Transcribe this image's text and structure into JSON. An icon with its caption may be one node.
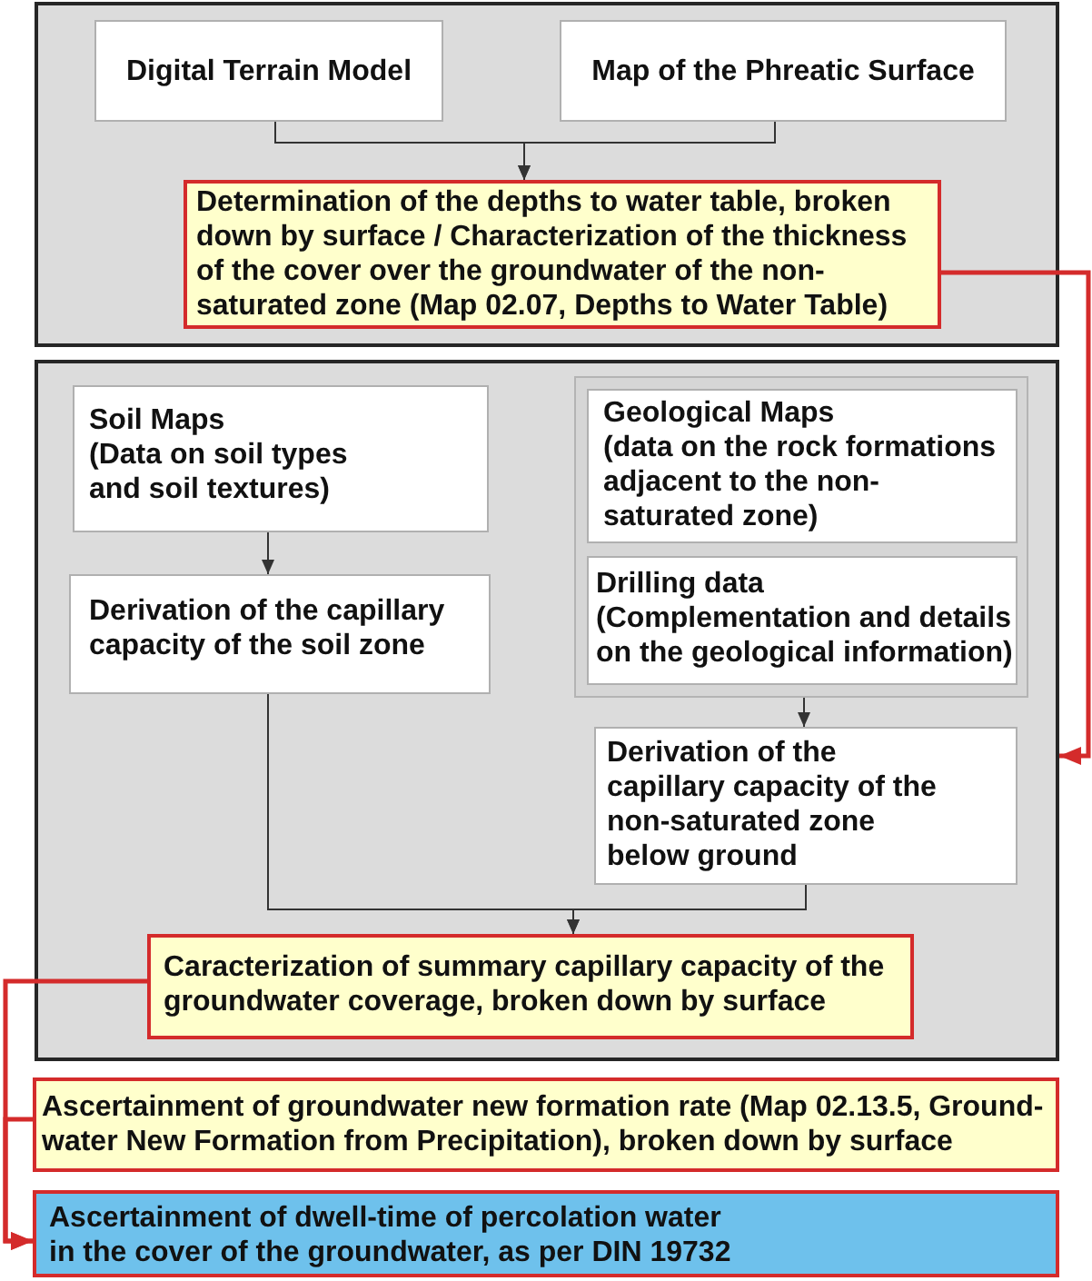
{
  "diagram": {
    "nodes": [
      {
        "text": [],
        "shape": "box"
      },
      {
        "text": [
          "Digital Terrain Model"
        ],
        "in": 0
      },
      {
        "text": [
          "Map of the Phreatic Surface"
        ],
        "in": 0
      },
      {
        "text": [
          "Determination of the depths to water table, broken down by surface / Characterization of the thickness of the cover over the groundwater of the non-saturated zone (Map 02.07, Depths to Water Table)"
        ],
        "in": 0
      },
      {
        "text": [],
        "shape": "box"
      },
      {
        "text": [
          "Soil Maps",
          "(Data on soil types and soil textures)"
        ],
        "in": 4
      },
      {
        "text": [
          "Derivation of the capillary capacity of the soil zone"
        ],
        "in": 4
      },
      {
        "text": [],
        "shape": "box",
        "in": 4
      },
      {
        "text": [
          "Geological Maps",
          "(data on the rock formations adjacent to the non-saturated zone)"
        ],
        "in": 7
      },
      {
        "text": [
          "Drilling data",
          "(Complementation and details on the geological information)"
        ],
        "in": 7
      },
      {
        "text": [
          "Derivation of the capillary capacity of the non-saturated zone below ground"
        ],
        "in": 4
      },
      {
        "text": [
          "Caracterization of summary capillary capacity of the groundwater coverage, broken down by surface"
        ],
        "in": 4
      },
      {
        "text": [
          "Ascertainment of groundwater new formation rate (Map 02.13.5, Ground-water New Formation from Precipitation), broken down by surface"
        ]
      },
      {
        "text": [
          "Ascertainment of dwell-time of percolation water in the cover of the groundwater, as per DIN 19732"
        ]
      }
    ],
    "edges": [
      {
        "from": 1,
        "to": 3,
        "arrow": "to"
      },
      {
        "from": 2,
        "to": 3,
        "arrow": "to"
      },
      {
        "from": 3,
        "to": 4,
        "arrow": "to",
        "style": "thick",
        "color": "#d42b2b"
      },
      {
        "from": 5,
        "to": 6,
        "arrow": "to"
      },
      {
        "from": 7,
        "to": 10,
        "arrow": "to"
      },
      {
        "from": 6,
        "to": 11,
        "arrow": "to"
      },
      {
        "from": 10,
        "to": 11,
        "arrow": "to"
      },
      {
        "from": 11,
        "to": 13,
        "arrow": "to",
        "style": "thick",
        "color": "#d42b2b"
      },
      {
        "from": 12,
        "to": 13,
        "arrow": "to",
        "style": "thick",
        "color": "#d42b2b"
      }
    ]
  }
}
